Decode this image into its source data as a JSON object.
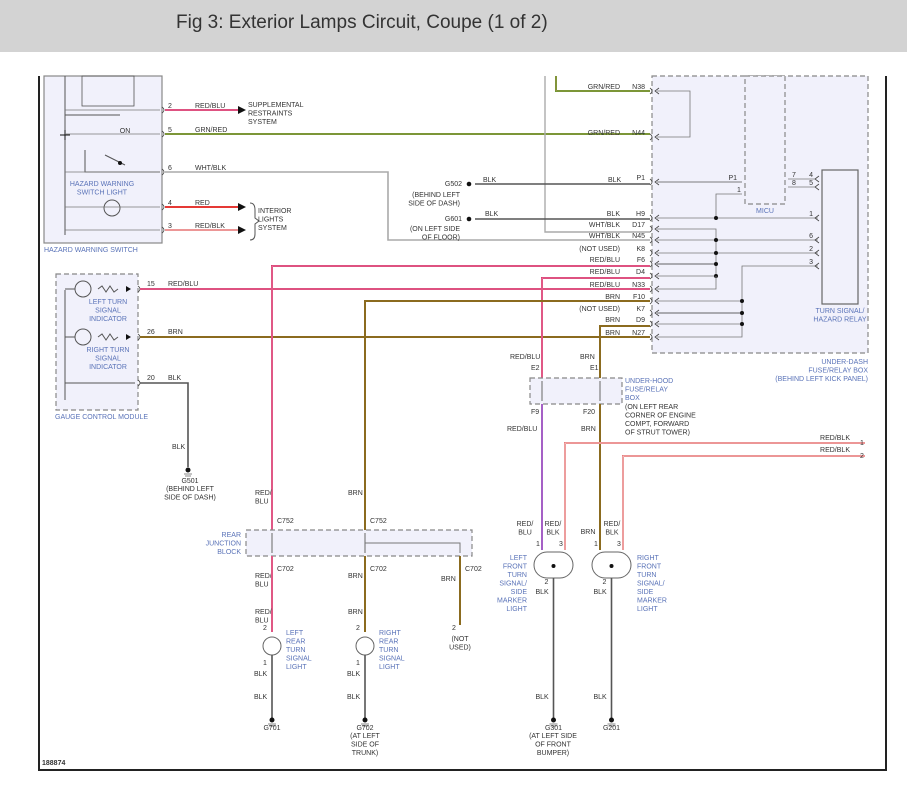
{
  "header": {
    "title": "Fig 3: Exterior Lamps Circuit, Coupe (1 of 2)"
  },
  "figure_id": "188874",
  "colors": {
    "header_bg": "#d3d3d3",
    "component_label": "#5a73b8",
    "wire_red_blu": "#d6336c",
    "wire_grn_red": "#5a9e2a",
    "wire_wht_blk": "#aaaaaa",
    "wire_red": "#e53935",
    "wire_red_blk": "#e57373",
    "wire_brn": "#8b6b1f",
    "wire_blk": "#555555",
    "box_fill": "#f1f1fb"
  },
  "components": {
    "hazard_switch": {
      "label": "HAZARD WARNING SWITCH",
      "light_label": [
        "HAZARD WARNING",
        "SWITCH LIGHT"
      ],
      "on_label": "ON",
      "pins": [
        {
          "pin": "2",
          "wire": "RED/BLU",
          "dest": [
            "SUPPLEMENTAL",
            "RESTRAINTS",
            "SYSTEM"
          ]
        },
        {
          "pin": "5",
          "wire": "GRN/RED"
        },
        {
          "pin": "6",
          "wire": "WHT/BLK"
        },
        {
          "pin": "4",
          "wire": "RED"
        },
        {
          "pin": "3",
          "wire": "RED/BLK"
        }
      ],
      "interior_dest": [
        "INTERIOR",
        "LIGHTS",
        "SYSTEM"
      ]
    },
    "gauge_module": {
      "label": "GAUGE CONTROL MODULE",
      "left_indicator": [
        "LEFT TURN",
        "SIGNAL",
        "INDICATOR"
      ],
      "right_indicator": [
        "RIGHT TURN",
        "SIGNAL",
        "INDICATOR"
      ],
      "pins": [
        {
          "pin": "15",
          "wire": "RED/BLU"
        },
        {
          "pin": "26",
          "wire": "BRN"
        },
        {
          "pin": "20",
          "wire": "BLK"
        }
      ]
    },
    "ground_g501": {
      "wire": "BLK",
      "id": "G501",
      "location": [
        "(BEHIND LEFT",
        "SIDE OF DASH)"
      ]
    },
    "ground_g502": {
      "id": "G502",
      "wire": "BLK",
      "location": [
        "(BEHIND LEFT",
        "SIDE OF DASH)"
      ]
    },
    "ground_g601": {
      "id": "G601",
      "wire": "BLK",
      "location": [
        "(ON LEFT SIDE",
        "OF FLOOR)"
      ]
    },
    "under_dash_box": {
      "label": [
        "UNDER-DASH",
        "FUSE/RELAY BOX",
        "(BEHIND LEFT KICK PANEL)"
      ],
      "pins": [
        {
          "pin": "N38",
          "wire": "GRN/RED"
        },
        {
          "pin": "N44",
          "wire": "GRN/RED"
        },
        {
          "pin": "P1",
          "wire": "BLK"
        },
        {
          "pin": "H9",
          "wire": "BLK"
        },
        {
          "pin": "D17",
          "wire": "WHT/BLK"
        },
        {
          "pin": "N45",
          "wire": "WHT/BLK"
        },
        {
          "pin": "K8",
          "wire": "(NOT USED)"
        },
        {
          "pin": "F6",
          "wire": "RED/BLU"
        },
        {
          "pin": "D4",
          "wire": "RED/BLU"
        },
        {
          "pin": "N33",
          "wire": "RED/BLU"
        },
        {
          "pin": "F10",
          "wire": "BRN"
        },
        {
          "pin": "K7",
          "wire": "(NOT USED)"
        },
        {
          "pin": "D9",
          "wire": "BRN"
        },
        {
          "pin": "N27",
          "wire": "BRN"
        }
      ],
      "micu": {
        "label": "MICU",
        "pins": [
          "1",
          "7",
          "8"
        ]
      },
      "relay": {
        "label": [
          "TURN SIGNAL/",
          "HAZARD RELAY"
        ],
        "pins": [
          "4",
          "5",
          "1",
          "6",
          "2",
          "3"
        ]
      }
    },
    "under_hood_box": {
      "label": [
        "UNDER-HOOD",
        "FUSE/RELAY",
        "BOX"
      ],
      "location": [
        "(ON LEFT REAR",
        "CORNER OF ENGINE",
        "COMPT, FORWARD",
        "OF STRUT TOWER)"
      ],
      "top_pins": [
        {
          "pin": "E2",
          "wire": "RED/BLU"
        },
        {
          "pin": "E1",
          "wire": "BRN"
        }
      ],
      "bottom_pins": [
        {
          "pin": "F9",
          "wire": "RED/BLU"
        },
        {
          "pin": "F20",
          "wire": "BRN"
        }
      ]
    },
    "offpage": [
      {
        "wire": "RED/BLK",
        "ref": "1"
      },
      {
        "wire": "RED/BLK",
        "ref": "2"
      }
    ],
    "rear_junction": {
      "label": [
        "REAR",
        "JUNCTION",
        "BLOCK"
      ],
      "top_connector": "C752",
      "bottom_connector": "C702",
      "wires_top": [
        "RED/",
        "BLU",
        "BRN"
      ],
      "wires_bottom": [
        "RED/",
        "BLU",
        "BRN",
        "BRN"
      ]
    },
    "left_rear_light": {
      "label": [
        "LEFT",
        "REAR",
        "TURN",
        "SIGNAL",
        "LIGHT"
      ],
      "pin_top": "2",
      "pin_bot": "1",
      "wire_top": [
        "RED/",
        "BLU"
      ],
      "wire_bot": "BLK",
      "ground": "G701"
    },
    "right_rear_light": {
      "label": [
        "RIGHT",
        "REAR",
        "TURN",
        "SIGNAL",
        "LIGHT"
      ],
      "pin_top": "2",
      "pin_bot": "1",
      "wire_top": "BRN",
      "wire_bot": "BLK",
      "ground": "G702",
      "ground_location": [
        "(AT LEFT",
        "SIDE OF",
        "TRUNK)"
      ]
    },
    "not_used_pin": {
      "pin": "2",
      "label": [
        "(NOT",
        "USED)"
      ]
    },
    "left_front_light": {
      "label": [
        "LEFT",
        "FRONT",
        "TURN",
        "SIGNAL/",
        "SIDE",
        "MARKER",
        "LIGHT"
      ],
      "pins": [
        "1",
        "3",
        "2"
      ],
      "wires": [
        [
          "RED/",
          "BLU"
        ],
        [
          "RED/",
          "BLK"
        ]
      ],
      "wire_bot": "BLK",
      "ground": "G301",
      "ground_location": [
        "(AT LEFT SIDE",
        "OF FRONT",
        "BUMPER)"
      ]
    },
    "right_front_light": {
      "label": [
        "RIGHT",
        "FRONT",
        "TURN",
        "SIGNAL/",
        "SIDE",
        "MARKER",
        "LIGHT"
      ],
      "pins": [
        "1",
        "3",
        "2"
      ],
      "wires": [
        "BRN",
        [
          "RED/",
          "BLK"
        ]
      ],
      "wire_bot": "BLK",
      "ground": "G201"
    }
  }
}
